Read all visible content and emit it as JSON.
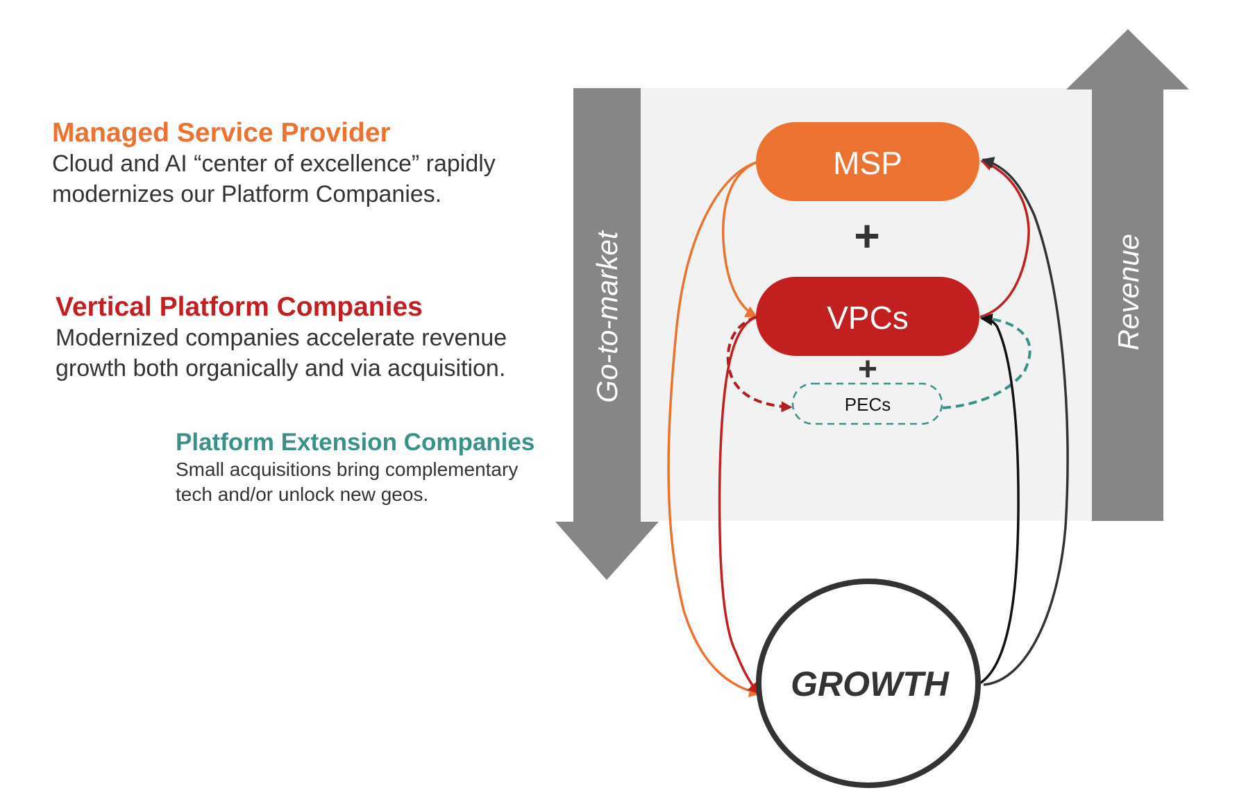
{
  "colors": {
    "msp": "#EC7231",
    "vpc": "#C21F21",
    "pec": "#3A9189",
    "dark": "#333333",
    "axis_gray": "#868686",
    "panel": "#F2F2F2"
  },
  "legend": [
    {
      "title": "Managed Service Provider",
      "lines": [
        "Cloud and AI “center of excellence” rapidly",
        "modernizes our Platform Companies."
      ]
    },
    {
      "title": "Vertical Platform Companies",
      "lines": [
        "Modernized companies accelerate revenue",
        "growth both organically and via acquisition."
      ]
    },
    {
      "title": "Platform Extension Companies",
      "lines": [
        "Small acquisitions bring complementary",
        "tech and/or unlock new geos."
      ]
    }
  ],
  "axes": {
    "left_label": "Go-to-market",
    "right_label": "Revenue"
  },
  "nodes": {
    "msp": "MSP",
    "vpc": "VPCs",
    "pec": "PECs",
    "growth": "GROWTH",
    "plus": "+"
  },
  "edges": [
    {
      "from": "MSP",
      "to": "VPCs",
      "style": "solid",
      "color": "msp"
    },
    {
      "from": "MSP",
      "to": "GROWTH",
      "style": "solid",
      "color": "msp"
    },
    {
      "from": "VPCs",
      "to": "GROWTH",
      "style": "solid",
      "color": "vpc"
    },
    {
      "from": "VPCs",
      "to": "MSP",
      "style": "solid",
      "color": "vpc"
    },
    {
      "from": "VPCs",
      "to": "PECs",
      "style": "dashed",
      "color": "vpc"
    },
    {
      "from": "PECs",
      "to": "VPCs",
      "style": "dashed",
      "color": "pec"
    },
    {
      "from": "GROWTH",
      "to": "VPCs",
      "style": "solid",
      "color": "black"
    },
    {
      "from": "GROWTH",
      "to": "MSP",
      "style": "solid",
      "color": "dark"
    }
  ]
}
